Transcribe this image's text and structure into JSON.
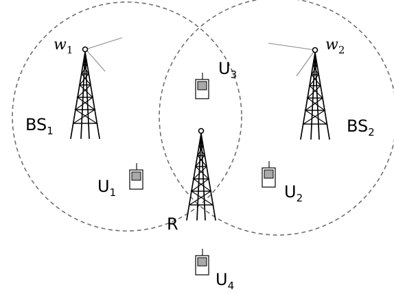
{
  "labels": {
    "bs1": {
      "main": "BS",
      "sub": "1"
    },
    "bs2": {
      "main": "BS",
      "sub": "2"
    },
    "relay": {
      "main": "R"
    },
    "u1": {
      "main": "U",
      "sub": "1"
    },
    "u2": {
      "main": "U",
      "sub": "2"
    },
    "u3": {
      "main": "U",
      "sub": "3"
    },
    "u4": {
      "main": "U",
      "sub": "4"
    },
    "w1": {
      "main": "w",
      "sub": "1"
    },
    "w2": {
      "main": "w",
      "sub": "2"
    }
  },
  "colors": {
    "coverage_circle": "#6e6e6e",
    "beam": "#8a8a8a",
    "phone_screen": "#a9a9a9"
  },
  "icons": [
    "tower-icon",
    "mobile-phone-icon"
  ]
}
